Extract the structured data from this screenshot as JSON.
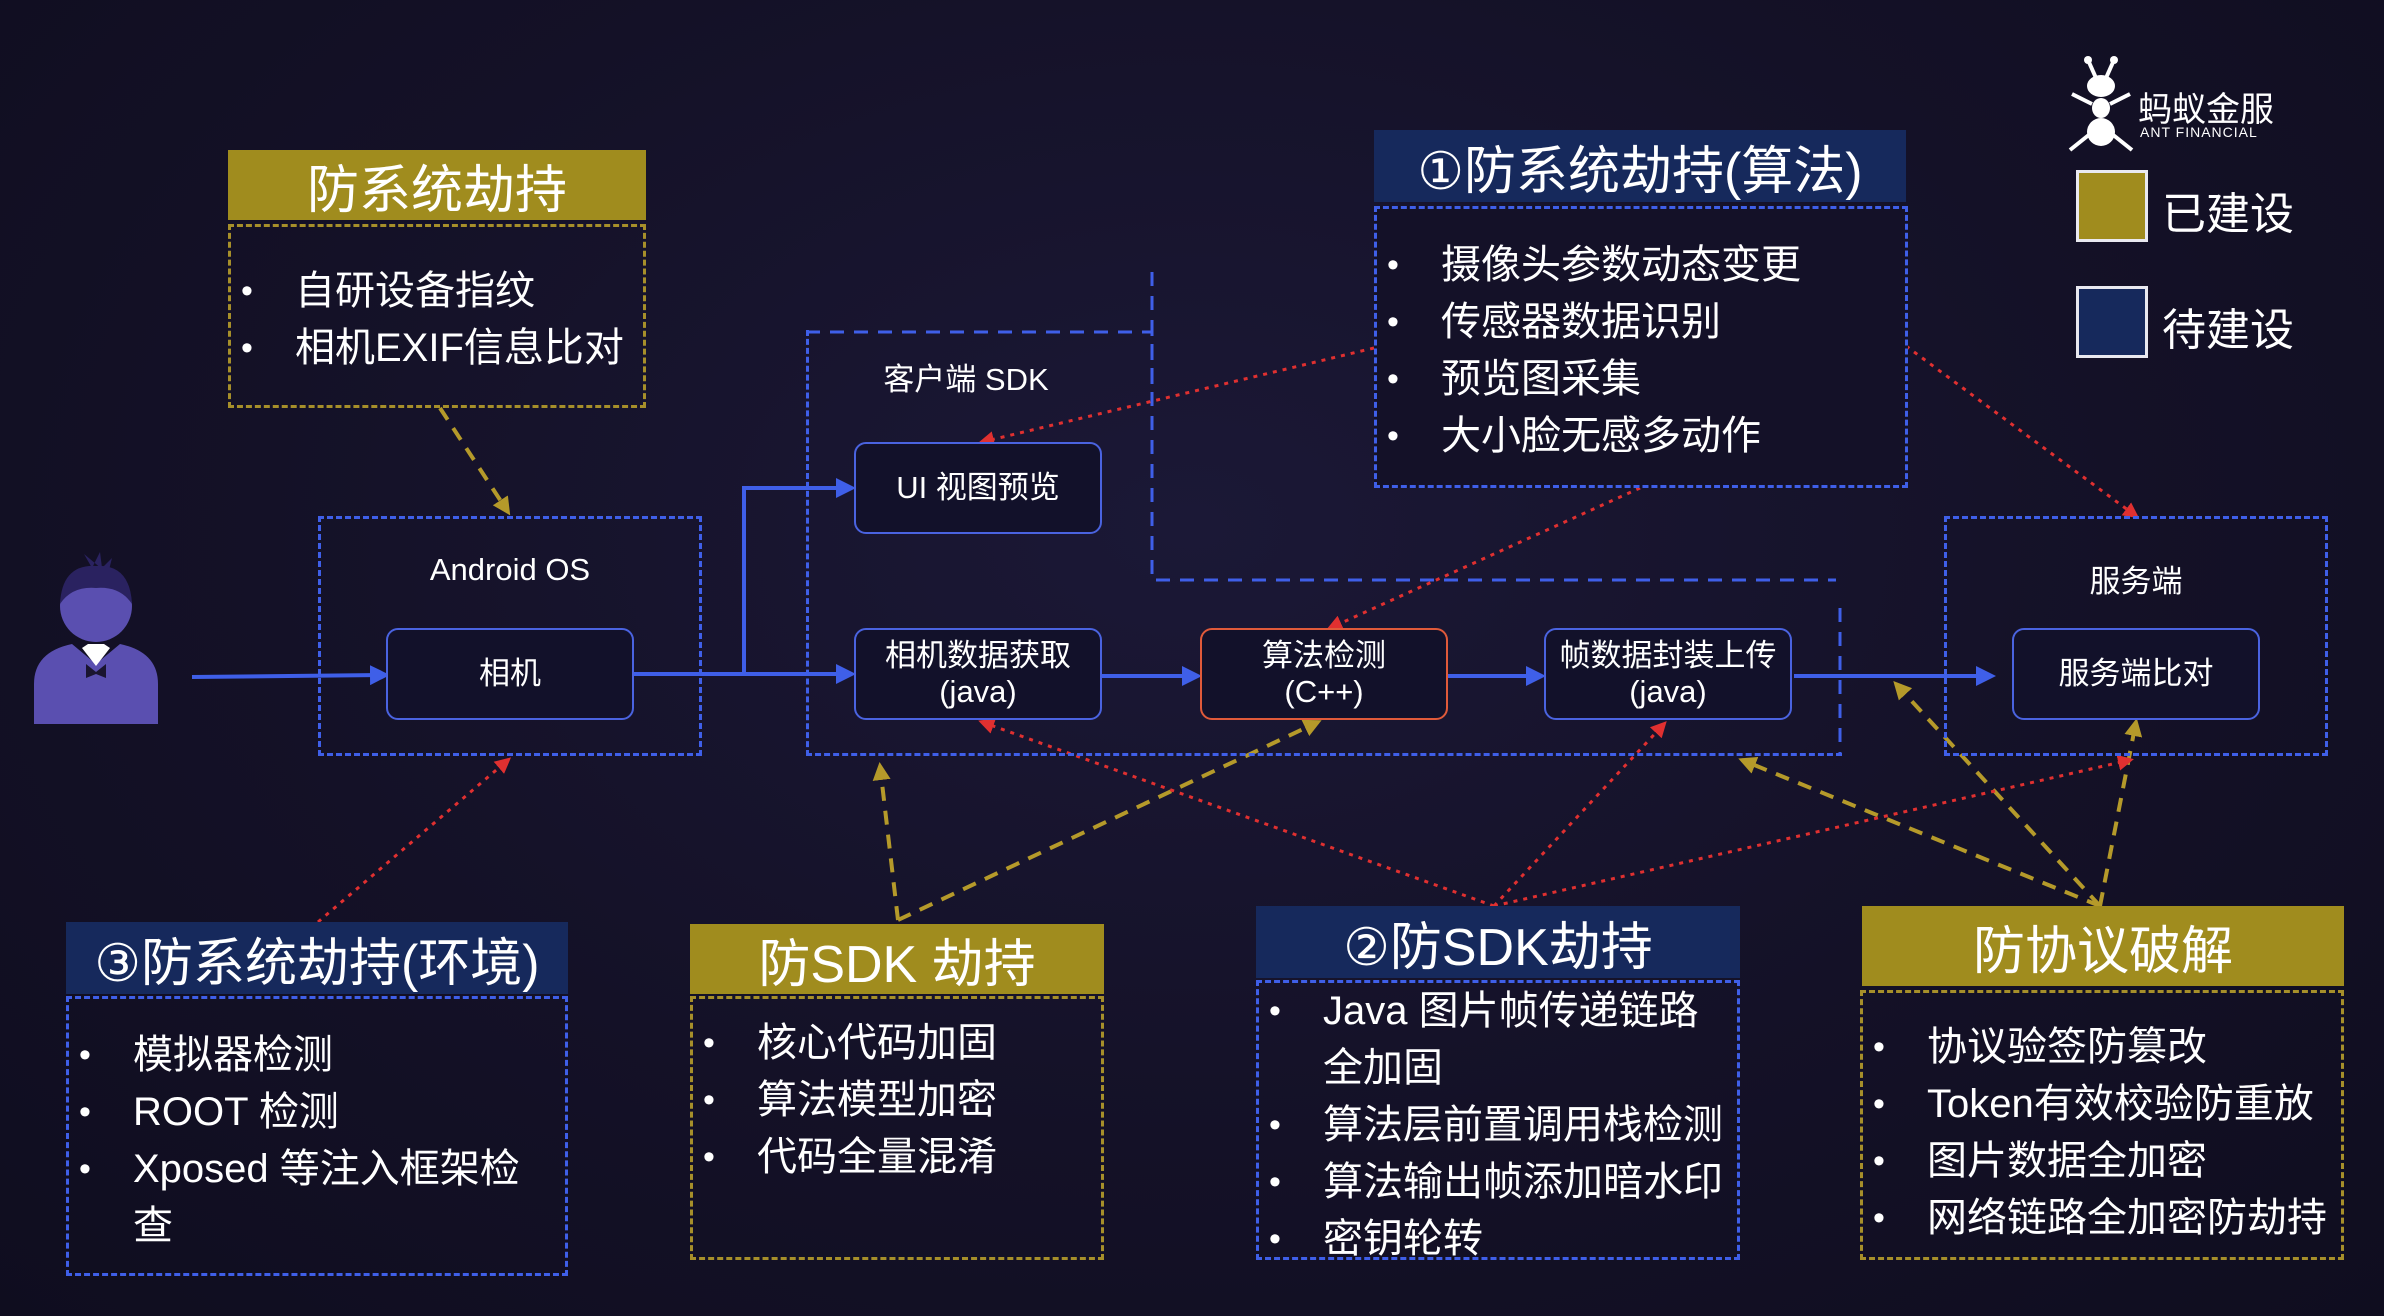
{
  "logo": {
    "cn": "蚂蚁金服",
    "en": "ANT FINANCIAL"
  },
  "legend": [
    {
      "label": "已建设",
      "color": "#a08c1e"
    },
    {
      "label": "待建设",
      "color": "#16295c"
    }
  ],
  "user_icon": "user-avatar-icon",
  "zones": {
    "android": "Android OS",
    "client_sdk": "客户端 SDK",
    "server": "服务端"
  },
  "nodes": {
    "camera": "相机",
    "ui_preview": "UI 视图预览",
    "camera_data": "相机数据获取\n(java)",
    "algo_detect": "算法检测\n(C++)",
    "frame_upload": "帧数据封装上传\n(java)",
    "server_compare": "服务端比对"
  },
  "panels": {
    "sys_hijack": {
      "title": "防系统劫持",
      "items": [
        "自研设备指纹",
        "相机EXIF信息比对"
      ]
    },
    "algo_hijack": {
      "title": "①防系统劫持(算法)",
      "items": [
        "摄像头参数动态变更",
        "传感器数据识别",
        "预览图采集",
        "大小脸无感多动作"
      ]
    },
    "env_hijack": {
      "title": "③防系统劫持(环境)",
      "items": [
        "模拟器检测",
        "ROOT 检测",
        "Xposed 等注入框架检查"
      ]
    },
    "sdk_hijack_built": {
      "title": "防SDK 劫持",
      "items": [
        "核心代码加固",
        "算法模型加密",
        "代码全量混淆"
      ]
    },
    "sdk_hijack_todo": {
      "title": "②防SDK劫持",
      "items": [
        "Java 图片帧传递链路全加固",
        "算法层前置调用栈检测",
        "算法输出帧添加暗水印",
        "密钥轮转"
      ]
    },
    "protocol": {
      "title": "防协议破解",
      "items": [
        "协议验签防篡改",
        "Token有效校验防重放",
        "图片数据全加密",
        "网络链路全加密防劫持"
      ]
    }
  },
  "colors": {
    "flow": "#3f5fe8",
    "gold_dash": "#b59a2a",
    "red_dot": "#e03030"
  }
}
